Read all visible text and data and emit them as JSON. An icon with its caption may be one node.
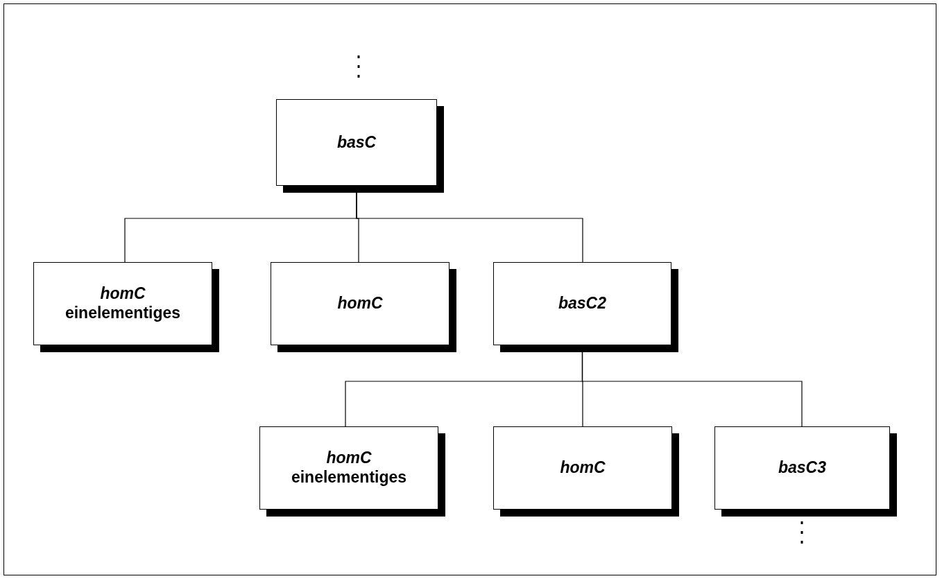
{
  "diagram": {
    "nodes": [
      {
        "text": [
          "basC"
        ]
      },
      {
        "text": [
          "homC",
          "einelementiges"
        ]
      },
      {
        "text": [
          "homC"
        ]
      },
      {
        "text": [
          "basC2"
        ]
      },
      {
        "text": [
          "homC",
          "einelementiges"
        ]
      },
      {
        "text": [
          "homC"
        ]
      },
      {
        "text": [
          "basC3"
        ]
      }
    ],
    "edges": [
      {
        "from": 0,
        "to": 1,
        "arrow": "none"
      },
      {
        "from": 0,
        "to": 2,
        "arrow": "none"
      },
      {
        "from": 0,
        "to": 3,
        "arrow": "none"
      },
      {
        "from": 3,
        "to": 4,
        "arrow": "none"
      },
      {
        "from": 3,
        "to": 5,
        "arrow": "none"
      },
      {
        "from": 3,
        "to": 6,
        "arrow": "none"
      }
    ]
  }
}
